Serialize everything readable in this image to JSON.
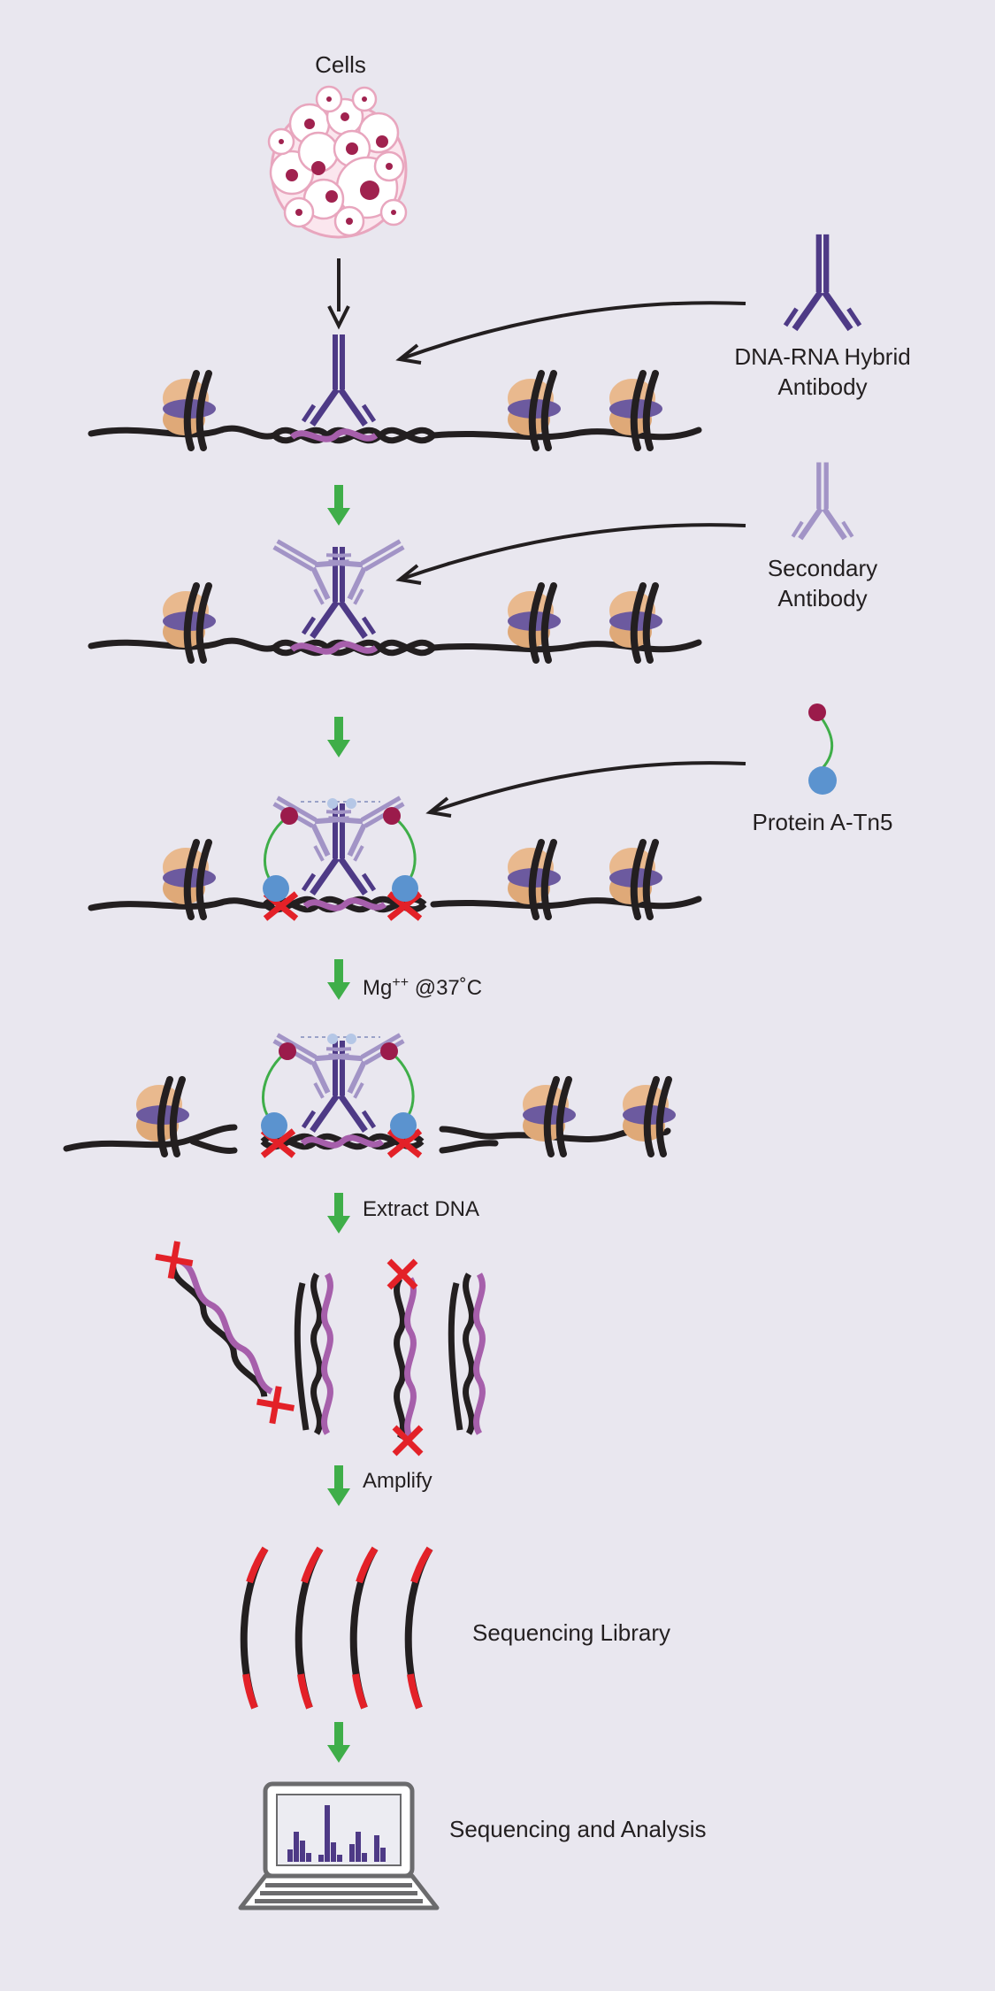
{
  "labels": {
    "cells": "Cells",
    "primary_antibody_line1": "DNA-RNA Hybrid",
    "primary_antibody_line2": "Antibody",
    "secondary_antibody_line1": "Secondary",
    "secondary_antibody_line2": "Antibody",
    "protein_a_tn5": "Protein A-Tn5",
    "mg_prefix": "Mg",
    "mg_superscript": "++",
    "mg_suffix": " @37˚C",
    "extract_dna": "Extract DNA",
    "amplify": "Amplify",
    "sequencing_library": "Sequencing Library",
    "sequencing_and_analysis": "Sequencing and Analysis"
  },
  "colors": {
    "background": "#e9e7ef",
    "dna_strand": "#231f20",
    "rna_strand": "#a65fab",
    "primary_antibody": "#4e3a86",
    "secondary_antibody": "#a294c6",
    "nucleosome_core": "#e9b98e",
    "nucleosome_disk": "#6c5a9f",
    "tn5": "#5b93cf",
    "protein_a_bead": "#9b1b4b",
    "adapter_red": "#e32128",
    "step_arrow_green": "#3fae49",
    "cell_outline": "#e8a6be",
    "cell_nucleus": "#a0224f"
  }
}
